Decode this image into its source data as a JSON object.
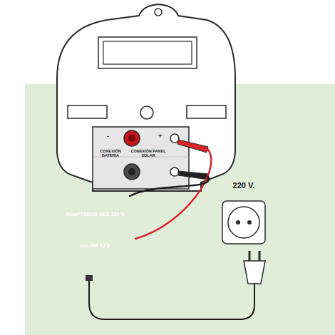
{
  "diagram": {
    "nodes": [
      {
        "text": [
          "CONEXIÓN BATERIA",
          "CONEXIÓN PANEL SOLAR"
        ]
      },
      {
        "text": [
          "ADAPTADOR RED 220 V.",
          "SALIDA 12 V."
        ]
      },
      {
        "text": [
          "220 V."
        ]
      }
    ],
    "edges": [
      {
        "from": 1,
        "to": 0,
        "arrow": "none"
      },
      {
        "from": 1,
        "to": 2,
        "arrow": "none"
      }
    ],
    "labels": [
      "-",
      "+"
    ]
  }
}
